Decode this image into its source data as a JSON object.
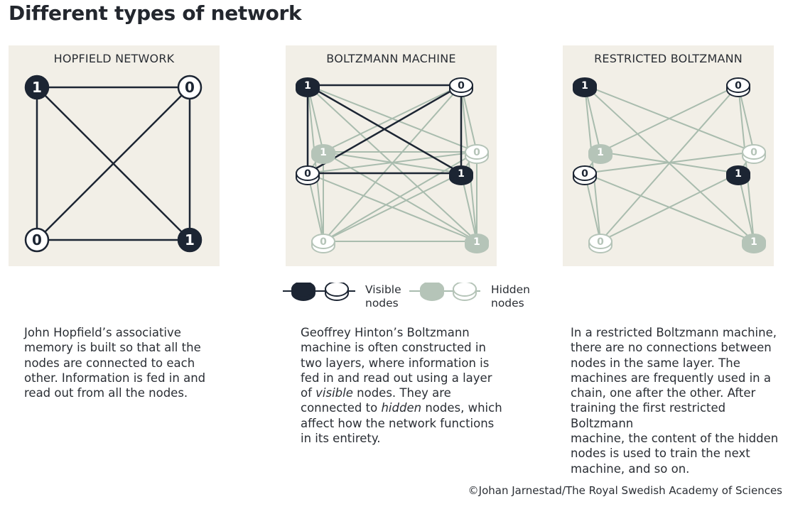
{
  "title": "Different types of network",
  "colors": {
    "panel_bg": "#f2efe7",
    "visible_dark": "#1c2533",
    "visible_light": "#ffffff",
    "hidden": "#b5c4b8",
    "hidden_line": "#a9bcae"
  },
  "panels": [
    {
      "title": "HOPFIELD NETWORK",
      "description_lines": [
        "John Hopfield’s associative",
        "memory is built so that all the",
        "nodes are connected to each",
        "other. Information is fed in and",
        "read out from all the nodes."
      ]
    },
    {
      "title": "BOLTZMANN MACHINE",
      "description_lines": [
        "Geoffrey Hinton’s Boltzmann",
        "machine is often constructed in",
        "two layers, where information is",
        "fed in and read out using a layer",
        [
          "of ",
          {
            "i": "visible"
          },
          " nodes. They are"
        ],
        [
          "connected to ",
          {
            "i": "hidden"
          },
          " nodes, which"
        ],
        "affect how the network functions",
        "in its entirety."
      ]
    },
    {
      "title": "RESTRICTED BOLTZMANN",
      "description_lines": [
        "In a restricted Boltzmann machine,",
        "there are no connections between",
        "nodes in the same layer. The",
        "machines are frequently used in a",
        "chain, one after the other. After",
        "training the first restricted Boltzmann",
        "machine, the content of the hidden",
        "nodes is used to train the next",
        "machine, and so on."
      ]
    }
  ],
  "hopfield_nodes": [
    {
      "value": "1",
      "state": "dark"
    },
    {
      "value": "0",
      "state": "light"
    },
    {
      "value": "0",
      "state": "light"
    },
    {
      "value": "1",
      "state": "dark"
    }
  ],
  "bm_visible_nodes": [
    {
      "value": "1",
      "state": "dark"
    },
    {
      "value": "0",
      "state": "light"
    },
    {
      "value": "0",
      "state": "light"
    },
    {
      "value": "1",
      "state": "dark"
    }
  ],
  "bm_hidden_nodes": [
    {
      "value": "1",
      "state": "filled"
    },
    {
      "value": "0",
      "state": "outline"
    },
    {
      "value": "0",
      "state": "outline"
    },
    {
      "value": "1",
      "state": "filled"
    }
  ],
  "legend": {
    "visible_label_line1": "Visible",
    "visible_label_line2": "nodes",
    "hidden_label_line1": "Hidden",
    "hidden_label_line2": "nodes"
  },
  "credit": "©Johan Jarnestad/The Royal Swedish Academy of Sciences"
}
